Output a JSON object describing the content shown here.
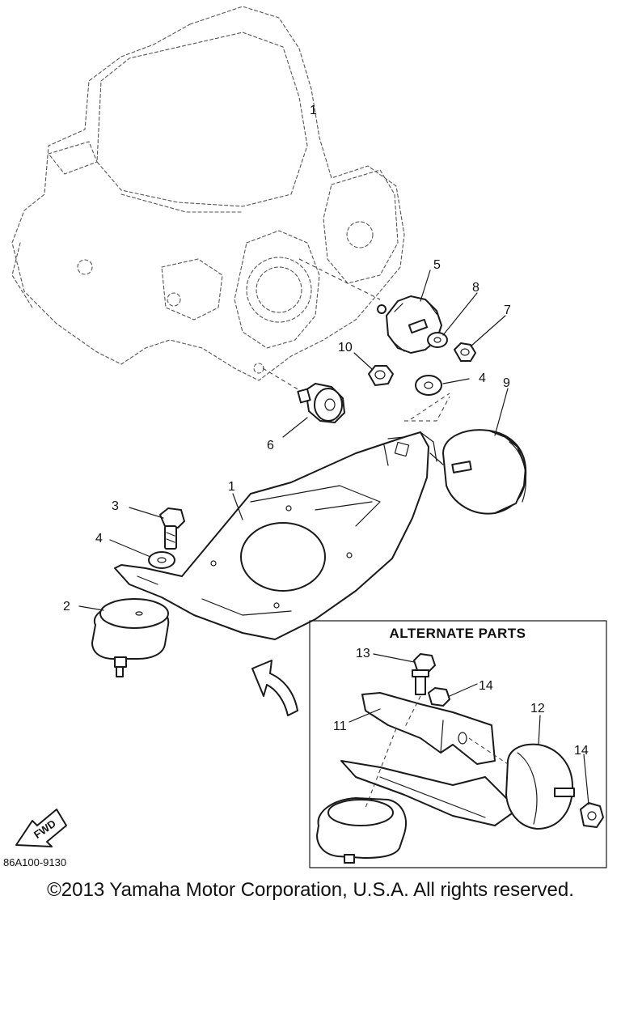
{
  "diagram": {
    "callouts": [
      "1",
      "1",
      "2",
      "3",
      "4",
      "4",
      "5",
      "6",
      "7",
      "8",
      "9",
      "10"
    ],
    "alternate": {
      "title": "ALTERNATE PARTS",
      "callouts": [
        "11",
        "12",
        "13",
        "14",
        "14"
      ]
    },
    "fwd_label": "FWD",
    "part_code": "86A100-9130"
  },
  "copyright": "©2013 Yamaha Motor Corporation, U.S.A. All rights reserved."
}
